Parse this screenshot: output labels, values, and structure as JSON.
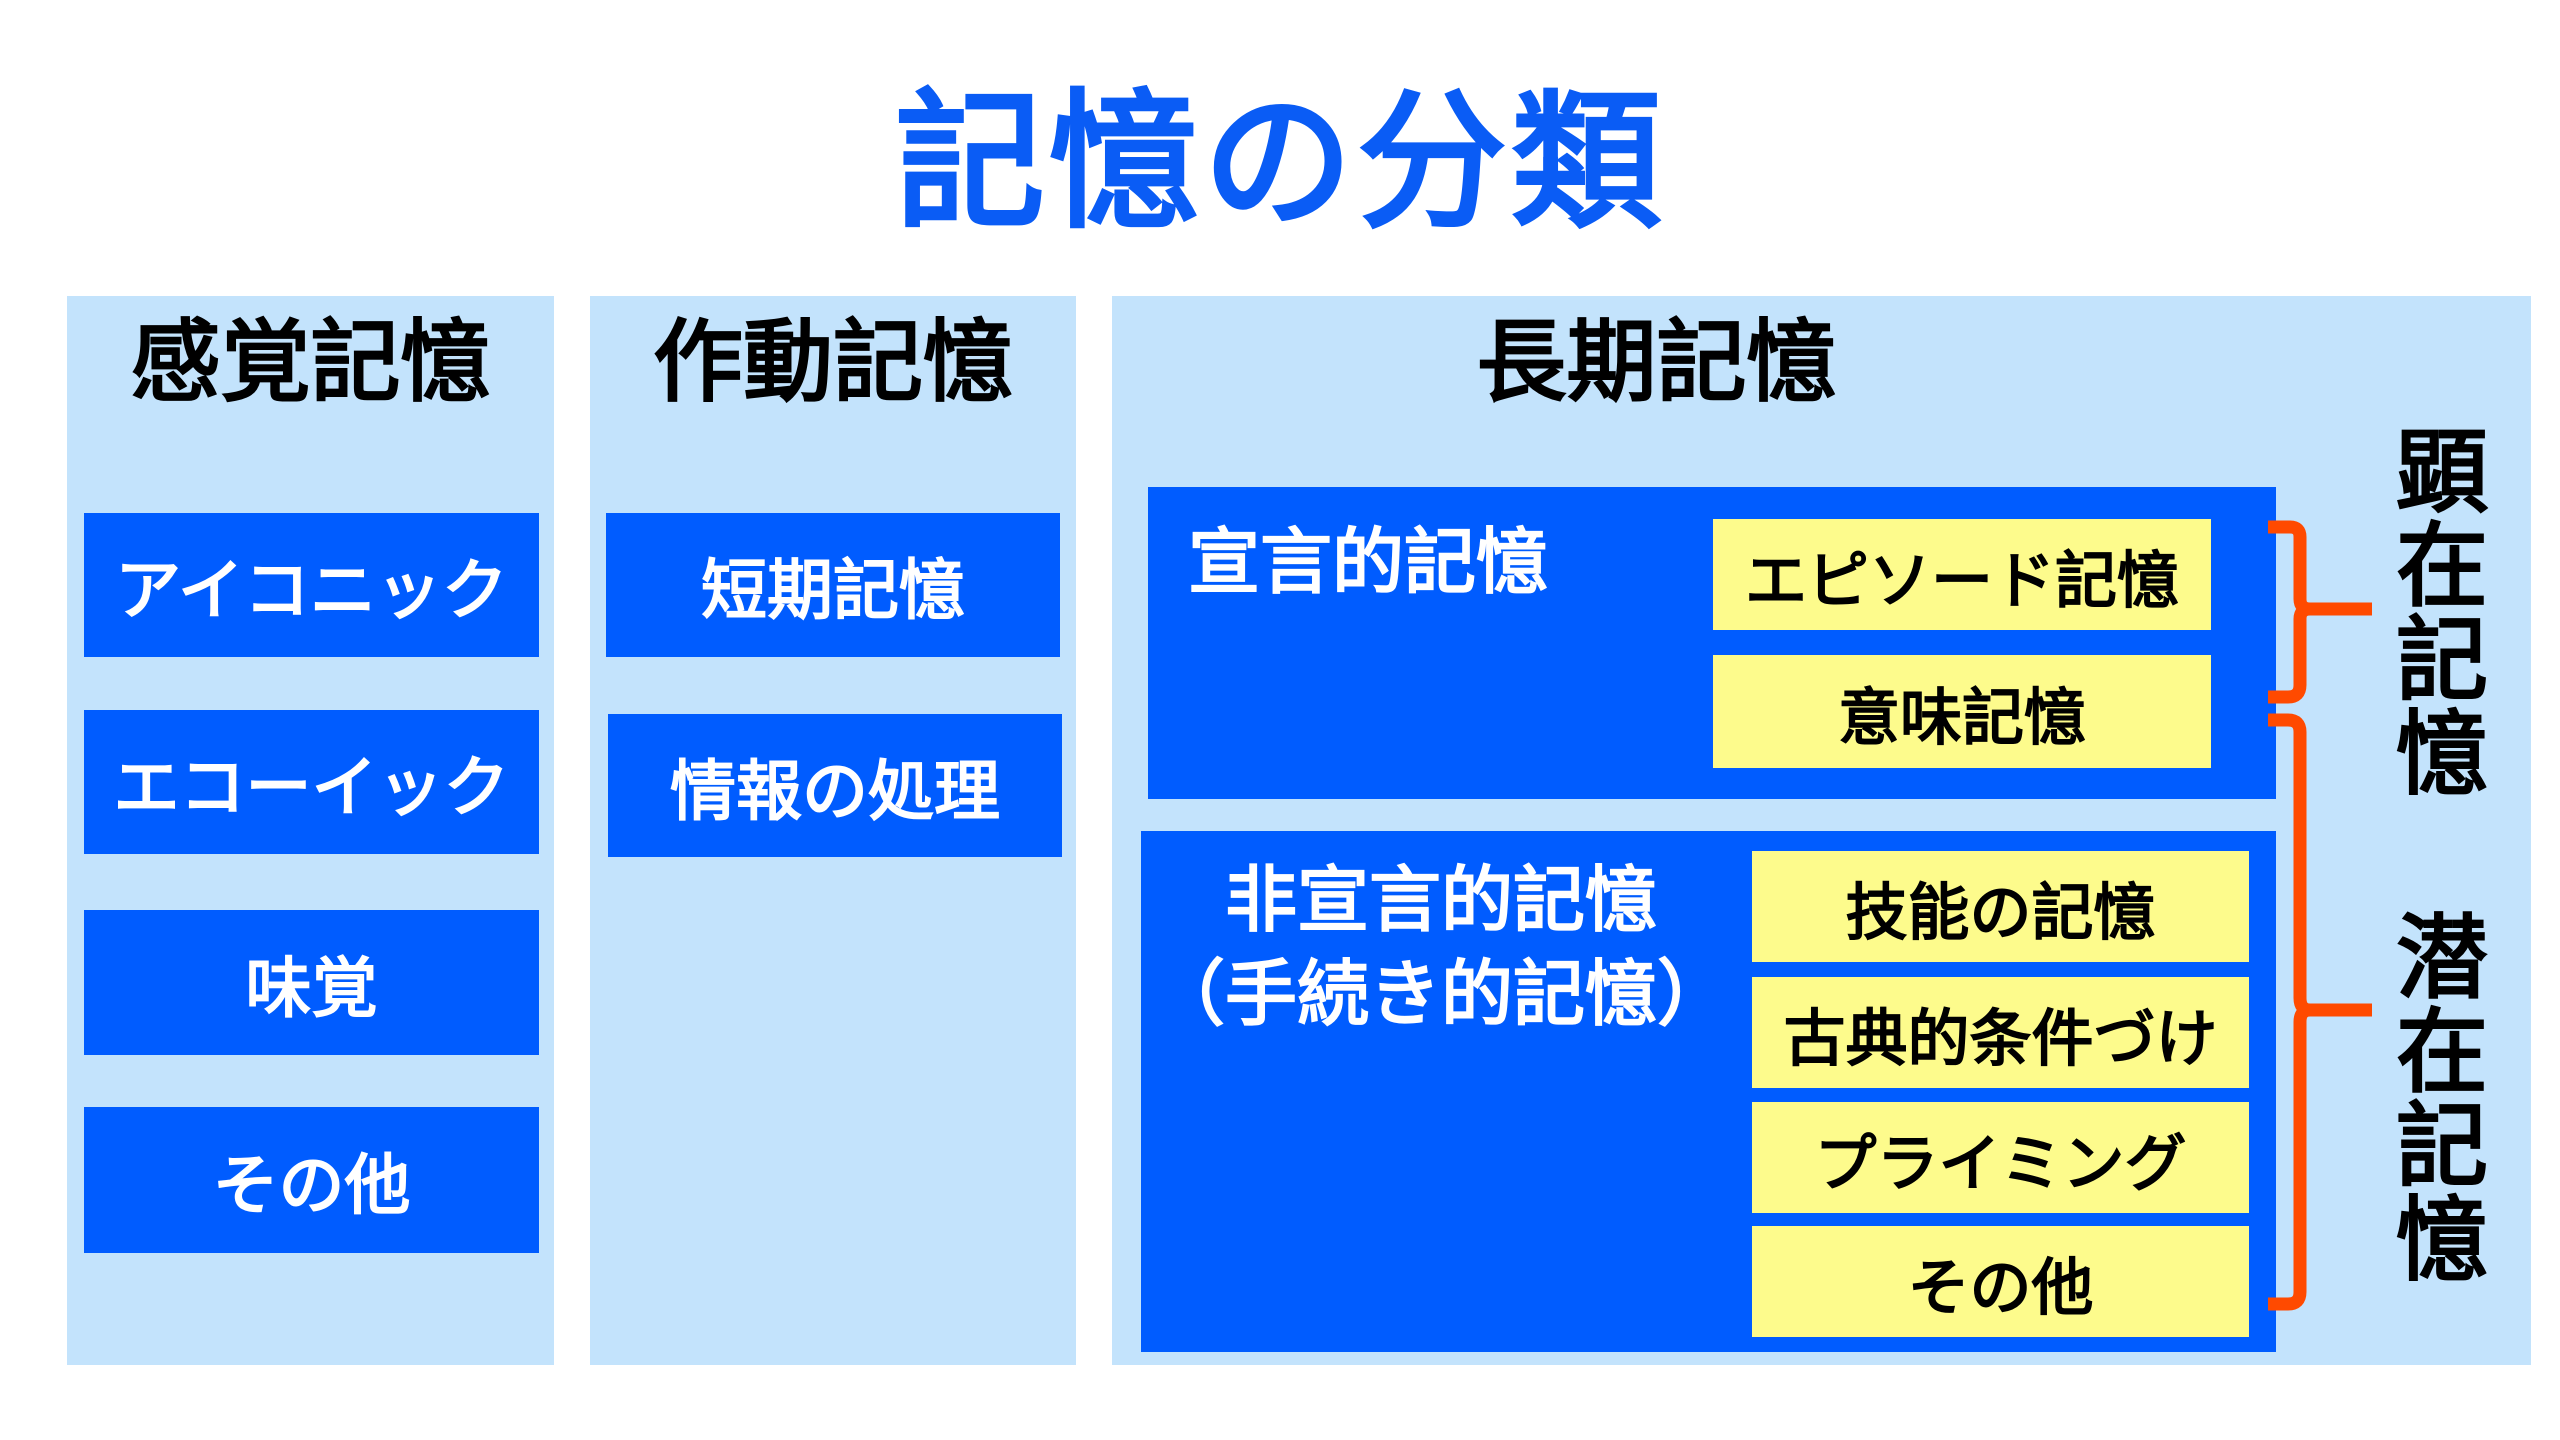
{
  "title": "記憶の分類",
  "colors": {
    "title": "#0a5cf5",
    "column_bg": "#c3e3fc",
    "blue_box": "#005cff",
    "yellow_box": "#fdfb8c",
    "bracket": "#ff4a00"
  },
  "columns": {
    "sensory": {
      "heading": "感覚記憶",
      "items": [
        "アイコニック",
        "エコーイック",
        "味覚",
        "その他"
      ]
    },
    "working": {
      "heading": "作動記憶",
      "items": [
        "短期記憶",
        "情報の処理"
      ]
    },
    "long_term": {
      "heading": "長期記憶",
      "declarative": {
        "label": "宣言的記憶",
        "items": [
          "エピソード記憶",
          "意味記憶"
        ]
      },
      "nondeclarative": {
        "label_line1": "非宣言的記憶",
        "label_line2": "（手続き的記憶）",
        "items": [
          "技能の記憶",
          "古典的条件づけ",
          "プライミング",
          "その他"
        ]
      }
    }
  },
  "brackets": {
    "explicit": {
      "label": [
        "顕",
        "在",
        "記",
        "憶"
      ]
    },
    "implicit": {
      "label": [
        "潜",
        "在",
        "記",
        "憶"
      ]
    }
  }
}
